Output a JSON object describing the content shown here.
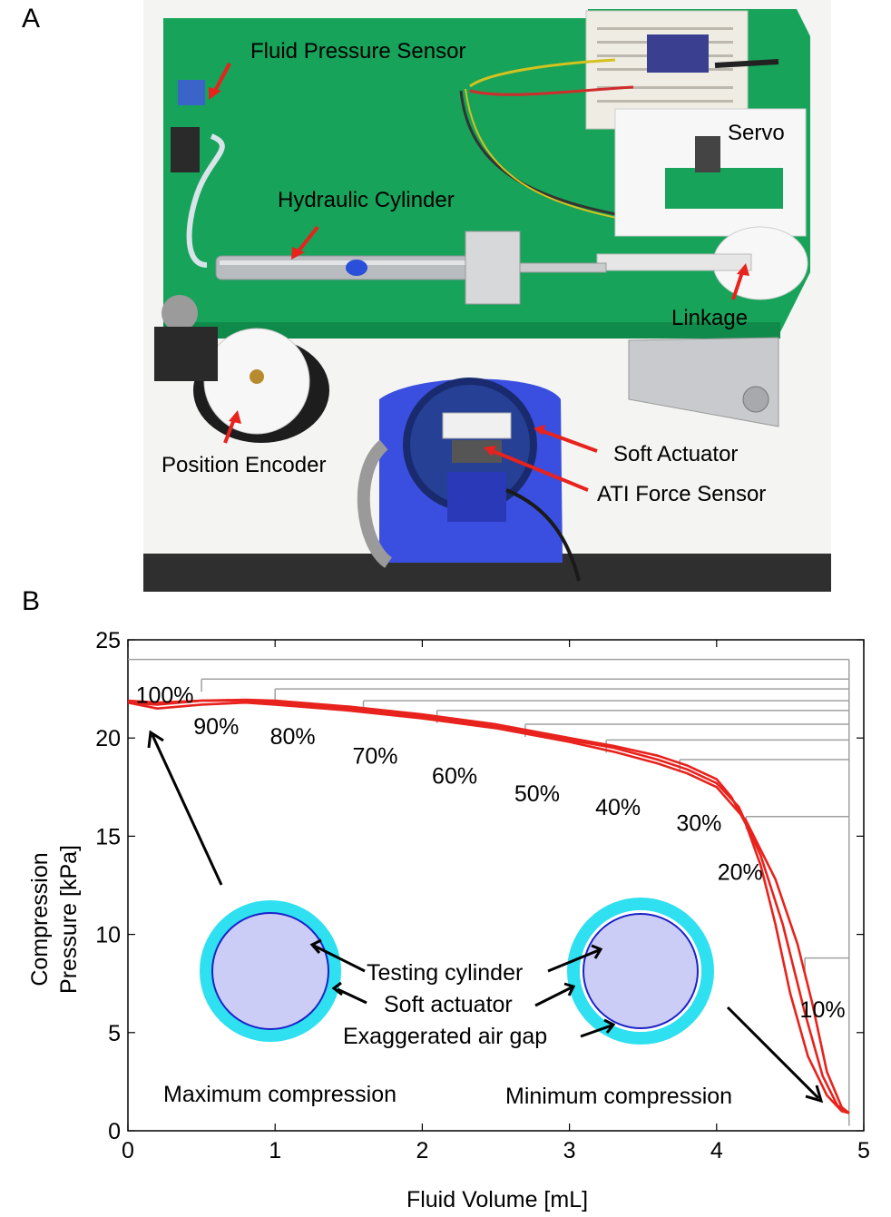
{
  "figure": {
    "panel_a_label": "A",
    "panel_b_label": "B"
  },
  "photo": {
    "labels": [
      "Fluid Pressure Sensor",
      "Servo",
      "Hydraulic Cylinder",
      "Linkage",
      "Position Encoder",
      "Soft Actuator",
      "ATI Force Sensor"
    ],
    "colors": {
      "tape_green": "#17a35a",
      "bracket_blue": "#3a4fe0",
      "arrow_red": "#e8221c",
      "paper_white": "#f4f4f2"
    }
  },
  "chart_data": {
    "type": "line",
    "xlabel": "Fluid Volume [mL]",
    "ylabel_line1": "Compression",
    "ylabel_line2": "Pressure [kPa]",
    "xlim": [
      0,
      5
    ],
    "ylim": [
      0,
      25
    ],
    "xticks": [
      0,
      1,
      2,
      3,
      4,
      5
    ],
    "yticks": [
      0,
      5,
      10,
      15,
      20,
      25
    ],
    "series_color": "#e8221c",
    "series": [
      {
        "values_x": [
          0,
          0.2,
          0.5,
          0.8,
          1.0,
          1.5,
          2.0,
          2.5,
          3.0,
          3.3,
          3.6,
          3.8,
          4.0,
          4.2,
          4.4,
          4.55,
          4.65,
          4.75,
          4.85,
          4.9
        ],
        "values_y": [
          21.8,
          21.5,
          21.7,
          21.8,
          21.7,
          21.4,
          21.0,
          20.5,
          19.8,
          19.3,
          18.7,
          18.2,
          17.5,
          15.8,
          12.8,
          9.5,
          6.5,
          3.0,
          1.2,
          0.9
        ]
      },
      {
        "values_x": [
          0,
          0.2,
          0.5,
          0.8,
          1.0,
          1.5,
          2.0,
          2.5,
          3.0,
          3.3,
          3.6,
          3.8,
          4.0,
          4.15,
          4.3,
          4.45,
          4.6,
          4.72,
          4.82,
          4.9
        ],
        "values_y": [
          21.8,
          21.7,
          21.9,
          21.9,
          21.8,
          21.5,
          21.1,
          20.6,
          19.9,
          19.5,
          18.9,
          18.4,
          17.7,
          16.5,
          14.0,
          10.5,
          6.0,
          2.8,
          1.3,
          0.9
        ]
      },
      {
        "values_x": [
          0,
          0.2,
          0.5,
          0.8,
          1.0,
          1.5,
          2.0,
          2.5,
          3.0,
          3.3,
          3.6,
          3.8,
          4.0,
          4.1,
          4.2,
          4.3,
          4.4,
          4.5,
          4.62,
          4.75,
          4.85,
          4.9
        ],
        "values_y": [
          21.9,
          21.8,
          21.9,
          21.95,
          21.9,
          21.6,
          21.2,
          20.7,
          20.0,
          19.6,
          19.1,
          18.6,
          17.9,
          17.0,
          15.6,
          13.5,
          10.5,
          7.0,
          3.8,
          1.8,
          1.0,
          0.9
        ]
      }
    ],
    "annotations": [
      {
        "text": "100%",
        "x": 0.25,
        "y": 22.2,
        "bracket_x": 0.5,
        "bracket_y": 23.0
      },
      {
        "text": "90%",
        "x": 0.6,
        "y": 20.6,
        "bracket_x": 1.0,
        "bracket_y": 22.5
      },
      {
        "text": "80%",
        "x": 1.12,
        "y": 20.1,
        "bracket_x": 1.6,
        "bracket_y": 21.9
      },
      {
        "text": "70%",
        "x": 1.68,
        "y": 19.1,
        "bracket_x": 2.1,
        "bracket_y": 21.4
      },
      {
        "text": "60%",
        "x": 2.22,
        "y": 18.1,
        "bracket_x": 2.7,
        "bracket_y": 20.7
      },
      {
        "text": "50%",
        "x": 2.78,
        "y": 17.2,
        "bracket_x": 3.25,
        "bracket_y": 19.9
      },
      {
        "text": "40%",
        "x": 3.33,
        "y": 16.5,
        "bracket_x": 3.75,
        "bracket_y": 18.9
      },
      {
        "text": "30%",
        "x": 3.88,
        "y": 15.7,
        "bracket_x": 4.2,
        "bracket_y": 16.0
      },
      {
        "text": "20%",
        "x": 4.16,
        "y": 13.2,
        "bracket_x": 4.6,
        "bracket_y": 8.8
      },
      {
        "text": "10%",
        "x": 4.72,
        "y": 6.2,
        "bracket_x": 4.9,
        "bracket_y": 0.9
      }
    ],
    "bracket_right_x": 4.9,
    "bracket_top_y": 24.0,
    "inset_labels": {
      "testing_cylinder": "Testing cylinder",
      "soft_actuator": "Soft actuator",
      "air_gap": "Exaggerated air gap",
      "max_compression": "Maximum compression",
      "min_compression": "Minimum compression"
    },
    "inset_colors": {
      "actuator_ring": "#2ee0f0",
      "cylinder_fill": "#cccdf6",
      "cylinder_stroke": "#1a22c8"
    }
  }
}
